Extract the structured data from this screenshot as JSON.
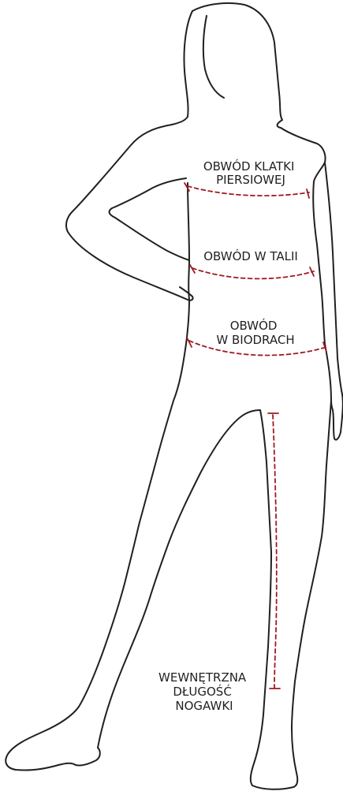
{
  "colors": {
    "outline": "#231f20",
    "measure_line": "#9e1b22",
    "background": "#ffffff"
  },
  "labels": {
    "chest": [
      "OBWÓD KLATKI",
      "PIERSIOWEJ"
    ],
    "waist": [
      "OBWÓD W TALII"
    ],
    "hips": [
      "OBWÓD",
      "W BIODRACH"
    ],
    "inseam": [
      "WEWNĘTRZNA",
      "DŁUGOŚĆ",
      "NOGAWKI"
    ]
  }
}
